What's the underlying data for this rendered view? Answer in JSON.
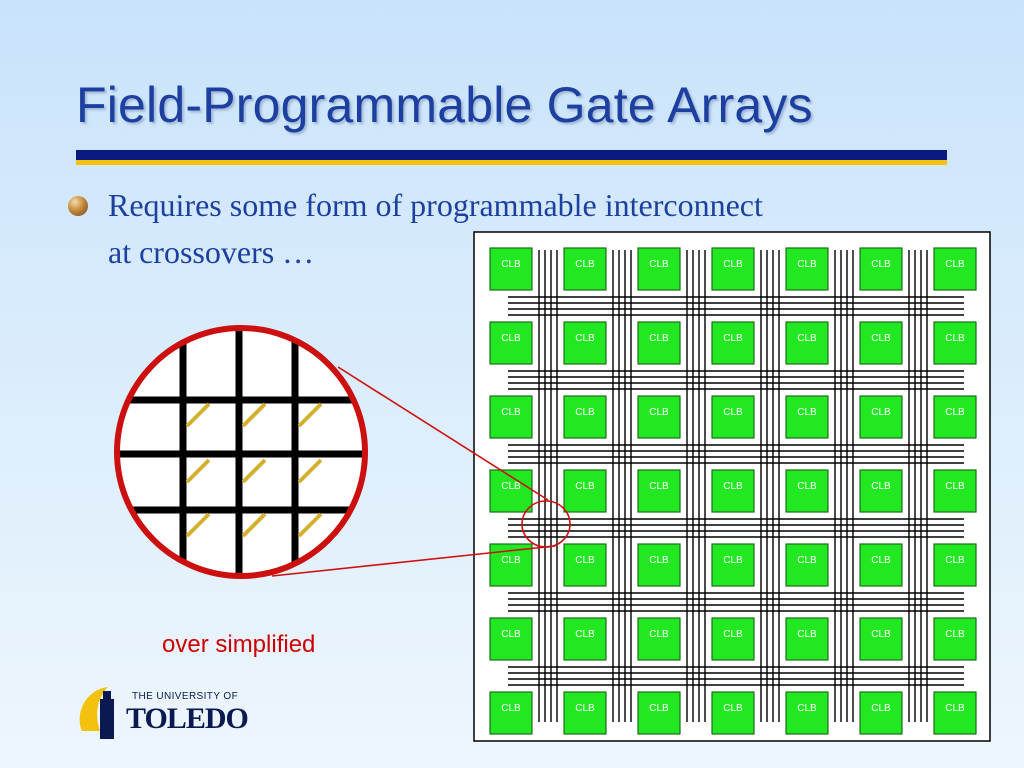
{
  "slide": {
    "title": "Field-Programmable Gate Arrays",
    "bullet": "Requires some form of programmable interconnect at crossovers …",
    "caption": "over simplified"
  },
  "diagram": {
    "block_label": "CLB",
    "rows": 7,
    "cols": 7,
    "colors": {
      "block_fill": "#22e822",
      "block_border": "#1a6e1a",
      "wire": "#000000",
      "magnifier": "#cc1010",
      "switch": "#d4b030"
    }
  },
  "logo": {
    "top_text": "THE UNIVERSITY OF",
    "name": "TOLEDO",
    "colors": {
      "navy": "#0a1a50",
      "gold": "#f2c20f"
    }
  }
}
